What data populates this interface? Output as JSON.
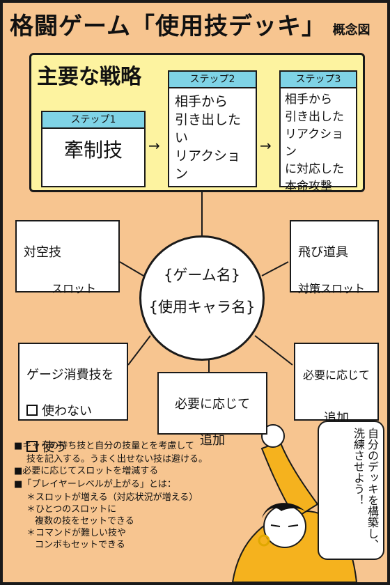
{
  "title": {
    "main": "格闘ゲーム「使用技デッキ」",
    "sub": "概念図"
  },
  "strategy": {
    "title": "主要な戦略",
    "steps": [
      {
        "head": "ステップ1",
        "body": "牽制技"
      },
      {
        "head": "ステップ2",
        "body": "相手から\n引き出したい\nリアクション"
      },
      {
        "head": "ステップ3",
        "body": "相手から\n引き出した\nリアクション\nに対応した\n本命攻撃"
      }
    ]
  },
  "hub": {
    "game_name": "{ゲーム名}",
    "character_name": "{使用キャラ名}"
  },
  "slots": {
    "anti_air": {
      "line1": "対空技",
      "line2": "スロット"
    },
    "projectile": {
      "line1": "飛び道具",
      "line2": "対策スロット"
    },
    "gauge": {
      "line1": "ゲージ消費技を",
      "opt1": "使わない",
      "opt2": "使う"
    },
    "add_bottom": {
      "line1": "必要に応じて",
      "line2": "追加"
    },
    "add_right": {
      "line1": "必要に応じて",
      "line2": "追加"
    }
  },
  "notes": [
    "■キャラの持ち技と自分の技量とを考慮して",
    "技を記入する。うまく出せない技は避ける。",
    "■必要に応じてスロットを増減する",
    "■「プレイヤーレベルが上がる」とは：",
    "＊スロットが増える（対応状況が増える）",
    "＊ひとつのスロットに",
    "複数の技をセットできる",
    "＊コマンドが難しい技や",
    "コンボもセットできる"
  ],
  "speech": "自分のデッキを構築し、洗練させよう！",
  "colors": {
    "background": "#f7c590",
    "strategy_panel": "#fdf3a0",
    "step_header": "#7fd3e6",
    "character_shirt": "#f5b21e"
  }
}
